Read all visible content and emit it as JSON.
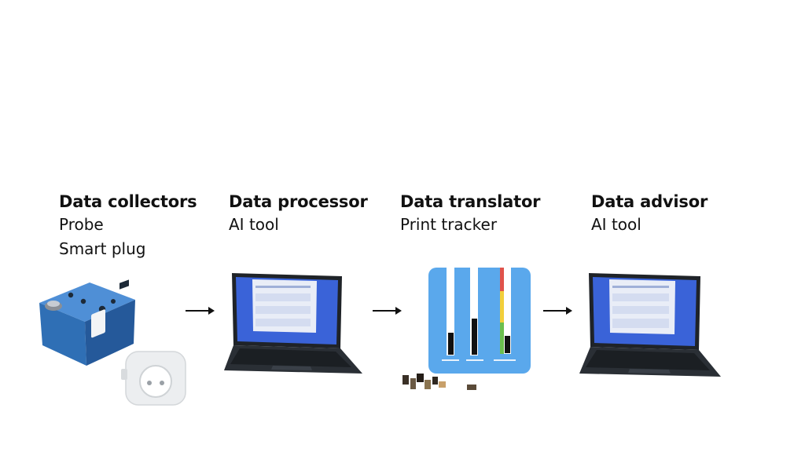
{
  "stages": [
    {
      "title": "Data collectors",
      "items": [
        "Probe",
        "Smart plug"
      ],
      "icons": [
        "probe-device-icon",
        "smart-plug-icon"
      ]
    },
    {
      "title": "Data processor",
      "items": [
        "AI tool"
      ],
      "icons": [
        "laptop-icon"
      ]
    },
    {
      "title": "Data translator",
      "items": [
        "Print tracker"
      ],
      "icons": [
        "print-tracker-board-icon"
      ]
    },
    {
      "title": "Data advisor",
      "items": [
        "AI tool"
      ],
      "icons": [
        "laptop-icon"
      ]
    }
  ],
  "flow": {
    "arrow_icon": "right-arrow-icon",
    "arrow_count": 3
  },
  "colors": {
    "text": "#111111",
    "probe_blue": "#2f6fb5",
    "tracker_blue": "#5aa8ec",
    "tracker_red": "#e0524a",
    "tracker_yellow": "#f2cf3a",
    "tracker_green": "#6cbf4e",
    "laptop_body": "#1f2328",
    "laptop_screen": "#3a63d8"
  }
}
